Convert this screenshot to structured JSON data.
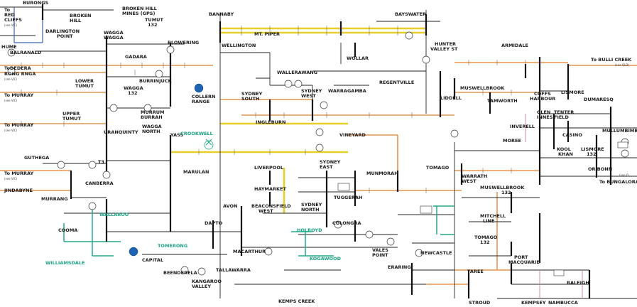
{
  "colors": {
    "line_500kv": "#e6cf2a",
    "line_330kv": "#e3964d",
    "line_220kv": "#222222",
    "renewable": "#1aa383",
    "hydro": "#1e63b4",
    "interconnector_blue": "#3a63b8",
    "line_pink": "#d77b8e"
  },
  "labels": {
    "burongs": "BURONGS",
    "to_red_cliffs": "To",
    "red_cliffs": "RED",
    "red_cliffs2": "CLIFFS",
    "see_vic_1": "(see VIC)",
    "broken_hill": "BROKEN",
    "broken_hill2": "HILL",
    "broken_hill_mines": "BROKEN HILL",
    "broken_hill_mines2": "MINES (GPS)",
    "darlington": "DARLINGTON",
    "darlington2": "POINT",
    "balranald": "BALRANALD",
    "hume": "HUME",
    "to_dederang": "To",
    "dederang": "DEDERA",
    "dederang2": "RONG RNGA",
    "see_vic_2": "(see VIC)",
    "wagga": "WAGGA",
    "wagga2": "WAGGA",
    "tumut132": "TUMUT",
    "tumut132b": "132",
    "blowering": "BLOWERING",
    "gadara": "GADARA",
    "burrinjuck": "BURRINJUCK",
    "collern": "COLLERN",
    "collern2": "RANGE",
    "wagga132": "WAGGA",
    "wagga132b": "132",
    "murrum": "MURRUM",
    "murrum2": "BURRAH",
    "uranquinty": "URANQUINTY",
    "wagga_north": "WAGGA",
    "wagga_north2": "NORTH",
    "to_murray1": "To MURRAY",
    "see_vic_3": "(see VIC)",
    "lower_tumut": "LOWER",
    "lower_tumut2": "TUMUT",
    "to_murray2": "To MURRAY",
    "see_vic_4": "(see VIC)",
    "upper_tumut": "UPPER",
    "upper_tumut2": "TUMUT",
    "guthega": "GUTHEGA",
    "to_murray3": "To MURRAY",
    "see_vic_5": "(see VIC)",
    "jindabyne": "JINDABYNE",
    "murrang": "MURRANG",
    "canberra": "CANBERRA",
    "cooma": "COOMA",
    "wallaroo": "WALLAROO",
    "williamsdale": "WILLIAMSDALE",
    "capital": "CAPITAL",
    "tomerong": "TOMERONG",
    "yass": "YASS",
    "crookwell": "CROOKWELL",
    "marulan": "MARULAN",
    "dapto": "DAPTO",
    "avon": "AVON",
    "beenderela": "BEENDERELA",
    "kangaroo": "KANGAROO",
    "kangaroo2": "VALLEY",
    "tallawarra": "TALLAWARRA",
    "macarthur": "MACARTHUR",
    "bannaby": "BANNABY",
    "mt_piper": "MT. PIPER",
    "wellington": "WELLINGTON",
    "wallerawang": "WALLERAWANG",
    "sydney_south": "SYDNEY",
    "sydney_south2": "SOUTH",
    "sydney_west": "SYDNEY",
    "sydney_west2": "WEST",
    "ingleburn": "INGLEBURN",
    "warragamba": "WARRAGAMBA",
    "regentville": "REGENTVILLE",
    "vineyard": "VINEYARD",
    "liverpool": "LIVERPOOL",
    "haymarket": "HAYMARKET",
    "beaconsfield": "BEACONSFIELD",
    "beaconsfield2": "WEST",
    "sydney_east": "SYDNEY",
    "sydney_east2": "EAST",
    "munmorah": "MUNMORAH",
    "tuggerah": "TUGGERAH",
    "sydney_north": "SYDNEY",
    "sydney_north2": "NORTH",
    "colongra": "COLONGRA",
    "holroyd": "HOLROYD",
    "kogawood": "KOGAWOOD",
    "vales_point": "VALES",
    "vales_point2": "POINT",
    "eraring": "ERARING",
    "newcastle": "NEWCASTLE",
    "kemps_creek": "KEMPS CREEK",
    "tomago": "TOMAGO",
    "bayswater": "BAYSWATER",
    "wollar": "WOLLAR",
    "hunter": "HUNTER",
    "hunter2": "VALLEY ST",
    "liddell": "LIDDELL",
    "muswellbrook": "MUSWELLBROOK",
    "armidale": "ARMIDALE",
    "tamworth": "TAMWORTH",
    "coffs": "COFFS",
    "coffs2": "HARBOUR",
    "lismore": "LISMORE",
    "dumaresq": "DUMARESQ",
    "to_bulli": "To BULLI CREEK",
    "see_qld": "(see QLD)",
    "glen": "GLEN",
    "glen2": "INNES",
    "tenterfield": "TENTER",
    "tenterfield2": "FIELD",
    "inverell": "INVERELL",
    "moree": "MOREE",
    "casino": "CASINO",
    "mullumbimby": "MULLUMBIMBY",
    "lismore132": "LISMORE",
    "lismore132b": "132",
    "koolkhan": "KOOL",
    "koolkhan2": "KHAN",
    "ordonn": "OR BONN",
    "see_qld2": "(see Q",
    "to_bungalora": "To BUNGALORA",
    "waratah": "WARRATH",
    "waratah2": "WEST",
    "muswellbrook132": "MUSWELLBROOK",
    "muswellbrook132b": "132",
    "mitchell": "MITCHELL",
    "mitchell2": "LINE",
    "tomago132": "TOMAGO",
    "tomago132b": "132",
    "port_mac": "PORT",
    "port_mac2": "MACQUARIE",
    "taree": "TAREE",
    "raleigh": "RALEIGH",
    "kempsey": "KEMPSEY",
    "nambucca": "NAMBUCCA",
    "stroud": "STROUD",
    "t3": "T3"
  }
}
